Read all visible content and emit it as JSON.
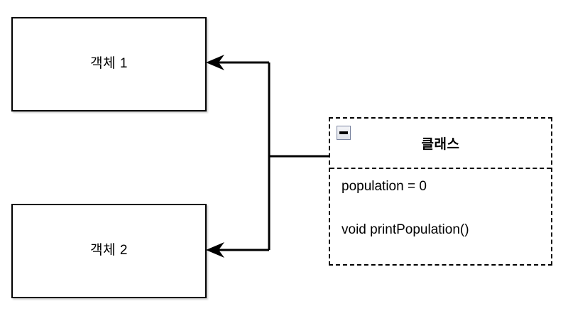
{
  "diagram": {
    "background_color": "#ffffff",
    "line_color": "#000000",
    "objects": [
      {
        "id": "object-1",
        "label": "객체 1"
      },
      {
        "id": "object-2",
        "label": "객체 2"
      }
    ],
    "class_box": {
      "title": "클래스",
      "collapse_icon": "minus-icon",
      "icon_border_color": "#7a84a0",
      "members": [
        {
          "kind": "field",
          "text": "population = 0"
        },
        {
          "kind": "method",
          "text": "void printPopulation()"
        }
      ]
    },
    "connectors": [
      {
        "id": "connector-class-to-object-1",
        "from": "class-box",
        "to": "object-1",
        "arrow": "open-arrow-left"
      },
      {
        "id": "connector-class-to-object-2",
        "from": "class-box",
        "to": "object-2",
        "arrow": "open-arrow-left"
      }
    ]
  }
}
